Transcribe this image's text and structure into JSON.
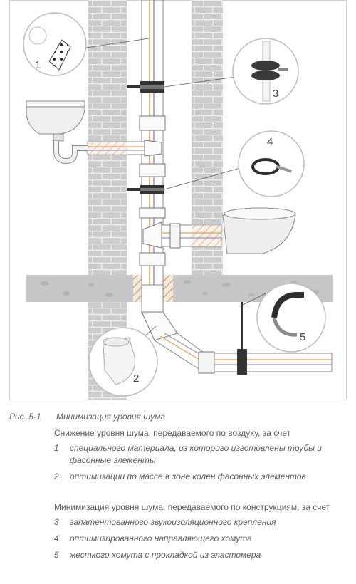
{
  "figure": {
    "callouts": [
      "1",
      "2",
      "3",
      "4",
      "5"
    ]
  },
  "caption": {
    "number": "Рис. 5-1",
    "title": "Минимизация уровня шума"
  },
  "airborne": {
    "heading": "Снижение уровня шума, передаваемого по воздуху, за счет",
    "items": [
      {
        "num": "1",
        "text": "специального материала, из которого изготовлены трубы и фасонные элементы"
      },
      {
        "num": "2",
        "text": "оптимизации по массе в зоне колен фасонных элементов"
      }
    ]
  },
  "structural": {
    "heading": "Минимизация уровня шума, передаваемого по конструкциям, за счет",
    "items": [
      {
        "num": "3",
        "text": "запатентованного звукоизоляционного крепления"
      },
      {
        "num": "4",
        "text": "оптимизированного направляющего хомута"
      },
      {
        "num": "5",
        "text": "жесткого хомута с прокладкой из эластомера"
      }
    ]
  },
  "colors": {
    "wall": "#c9c9c9",
    "slab": "#c4c4c4",
    "pipe": "#ffffff",
    "stripe_orange": "#e89a4a",
    "stripe_purple": "#9c8fc4",
    "clamp": "#333333"
  }
}
